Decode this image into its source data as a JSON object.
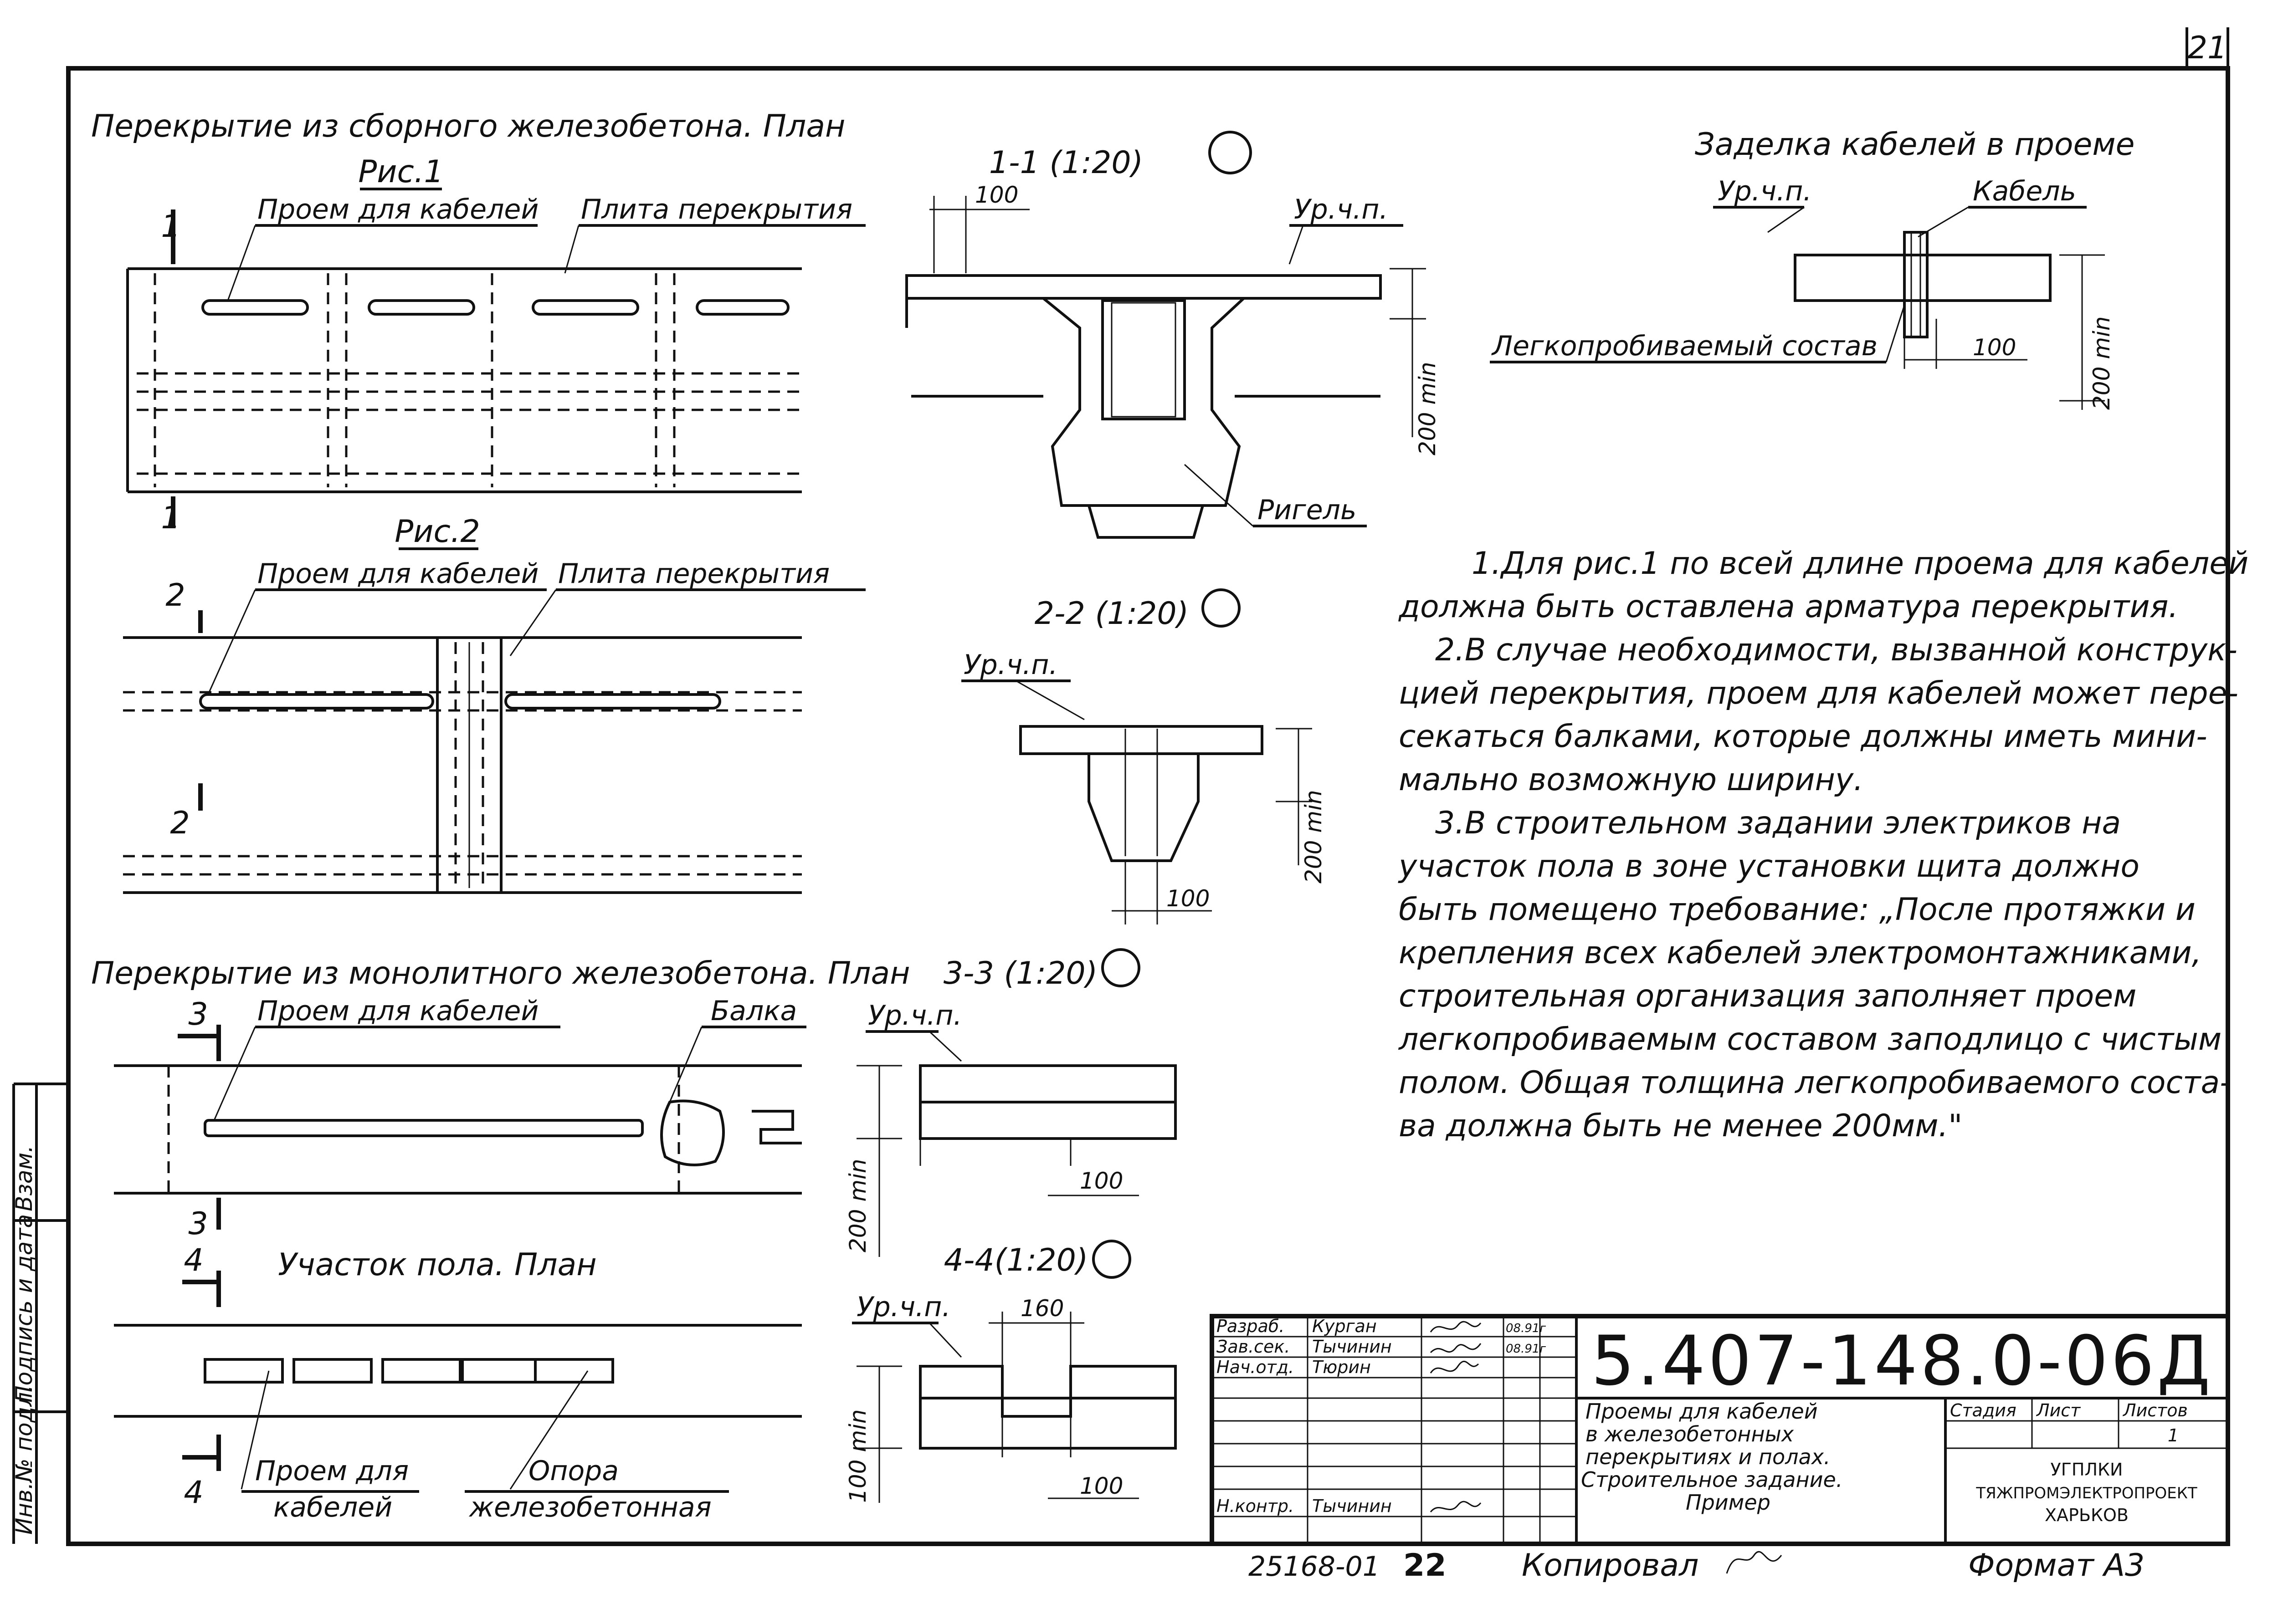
{
  "sheet_number": "21",
  "precast_plan": {
    "heading": "Перекрытие из сборного железобетона. План",
    "fig1": {
      "title": "Рис.1",
      "label_opening": "Проем для кабелей",
      "label_slab": "Плита перекрытия",
      "cut_mark": "1"
    },
    "fig2": {
      "title": "Рис.2",
      "label_opening": "Проем для кабелей",
      "label_slab": "Плита перекрытия",
      "cut_mark": "2"
    }
  },
  "monolithic_plan": {
    "heading": "Перекрытие из монолитного железобетона. План",
    "label_opening": "Проем для кабелей",
    "label_beam": "Балка",
    "cut_mark": "3"
  },
  "floor_plan": {
    "heading": "Участок пола. План",
    "label_opening_1": "Проем для",
    "label_opening_2": "кабелей",
    "label_support_1": "Опора",
    "label_support_2": "железобетонная",
    "cut_mark": "4"
  },
  "sections": {
    "s1": {
      "title": "1-1 (1:20)",
      "floor_level": "Ур.ч.п.",
      "dim_top": "100",
      "dim_height": "200 min",
      "label_girder": "Ригель"
    },
    "s2": {
      "title": "2-2 (1:20)",
      "floor_level": "Ур.ч.п.",
      "dim_height": "200 min",
      "dim_bottom": "100"
    },
    "s3": {
      "title": "3-3 (1:20)",
      "floor_level": "Ур.ч.п.",
      "dim_height": "200 min",
      "dim_bottom": "100"
    },
    "s4": {
      "title": "4-4(1:20)",
      "floor_level": "Ур.ч.п.",
      "dim_top": "160",
      "dim_height": "100 min",
      "dim_bottom": "100"
    }
  },
  "sealing": {
    "title": "Заделка кабелей в проеме",
    "floor_level": "Ур.ч.п.",
    "label_cable": "Кабель",
    "label_filler": "Легкопробиваемый состав",
    "dim_width": "100",
    "dim_height": "200 min"
  },
  "notes": [
    "1.Для рис.1 по всей длине проема для кабелей",
    "должна быть оставлена арматура перекрытия.",
    "2.В случае необходимости, вызванной конструк-",
    "цией перекрытия, проем для кабелей может пере-",
    "секаться балками, которые должны иметь мини-",
    "мально возможную ширину.",
    "3.В строительном задании электриков на",
    "участок пола в зоне установки щита должно",
    "быть помещено требование: „После протяжки и",
    "крепления всех кабелей электромонтажниками,",
    "строительная организация заполняет проем",
    "легкопробиваемым составом заподлицо с чистым",
    "полом. Общая толщина легкопробиваемого соста-",
    "ва должна быть не менее 200мм.\""
  ],
  "side_strip": {
    "inv": "Инв.№ подл.",
    "sign": "Подпись и дата",
    "replace": "Взам."
  },
  "title_block": {
    "doc_code": "5.407-148.0-06Д",
    "rows": [
      {
        "role": "Разраб.",
        "name": "Курган",
        "date": "08.91г"
      },
      {
        "role": "Зав.сек.",
        "name": "Тычинин",
        "date": "08.91г"
      },
      {
        "role": "Нач.отд.",
        "name": "Тюрин",
        "date": ""
      },
      {
        "role": "Н.контр.",
        "name": "Тычинин",
        "date": ""
      }
    ],
    "description": [
      "Проемы для кабелей",
      "в железобетонных",
      "перекрытиях и полах.",
      "Строительное задание.",
      "Пример"
    ],
    "col_stage": "Стадия",
    "col_sheet": "Лист",
    "col_sheets": "Листов",
    "sheets_value": "1",
    "org": [
      "УГПЛКИ",
      "ТЯЖПРОМЭЛЕКТРОПРОЕКТ",
      "ХАРЬКОВ"
    ]
  },
  "footer": {
    "archive": "25168-01",
    "page": "22",
    "copied": "Копировал",
    "format": "Формат А3"
  }
}
